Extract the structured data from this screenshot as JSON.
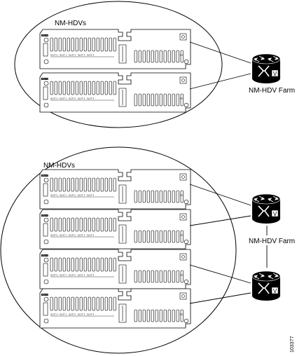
{
  "top_group": {
    "title": "NM-HDVs",
    "module_count": 2,
    "farm_label": "NM-HDV Farm",
    "router_count": 1
  },
  "bottom_group": {
    "title": "NM-HDVs",
    "module_count": 4,
    "farm_label": "NM-HDV Farm",
    "router_count": 2
  },
  "module": {
    "face_label": "NM-HDV",
    "slot_labels": "SLOT 0  SLOT 1  SLOT 2  SLOT 3  SLOT 4",
    "en_label": "EN"
  },
  "router": {
    "badge": "V"
  },
  "figure_id": "103377"
}
